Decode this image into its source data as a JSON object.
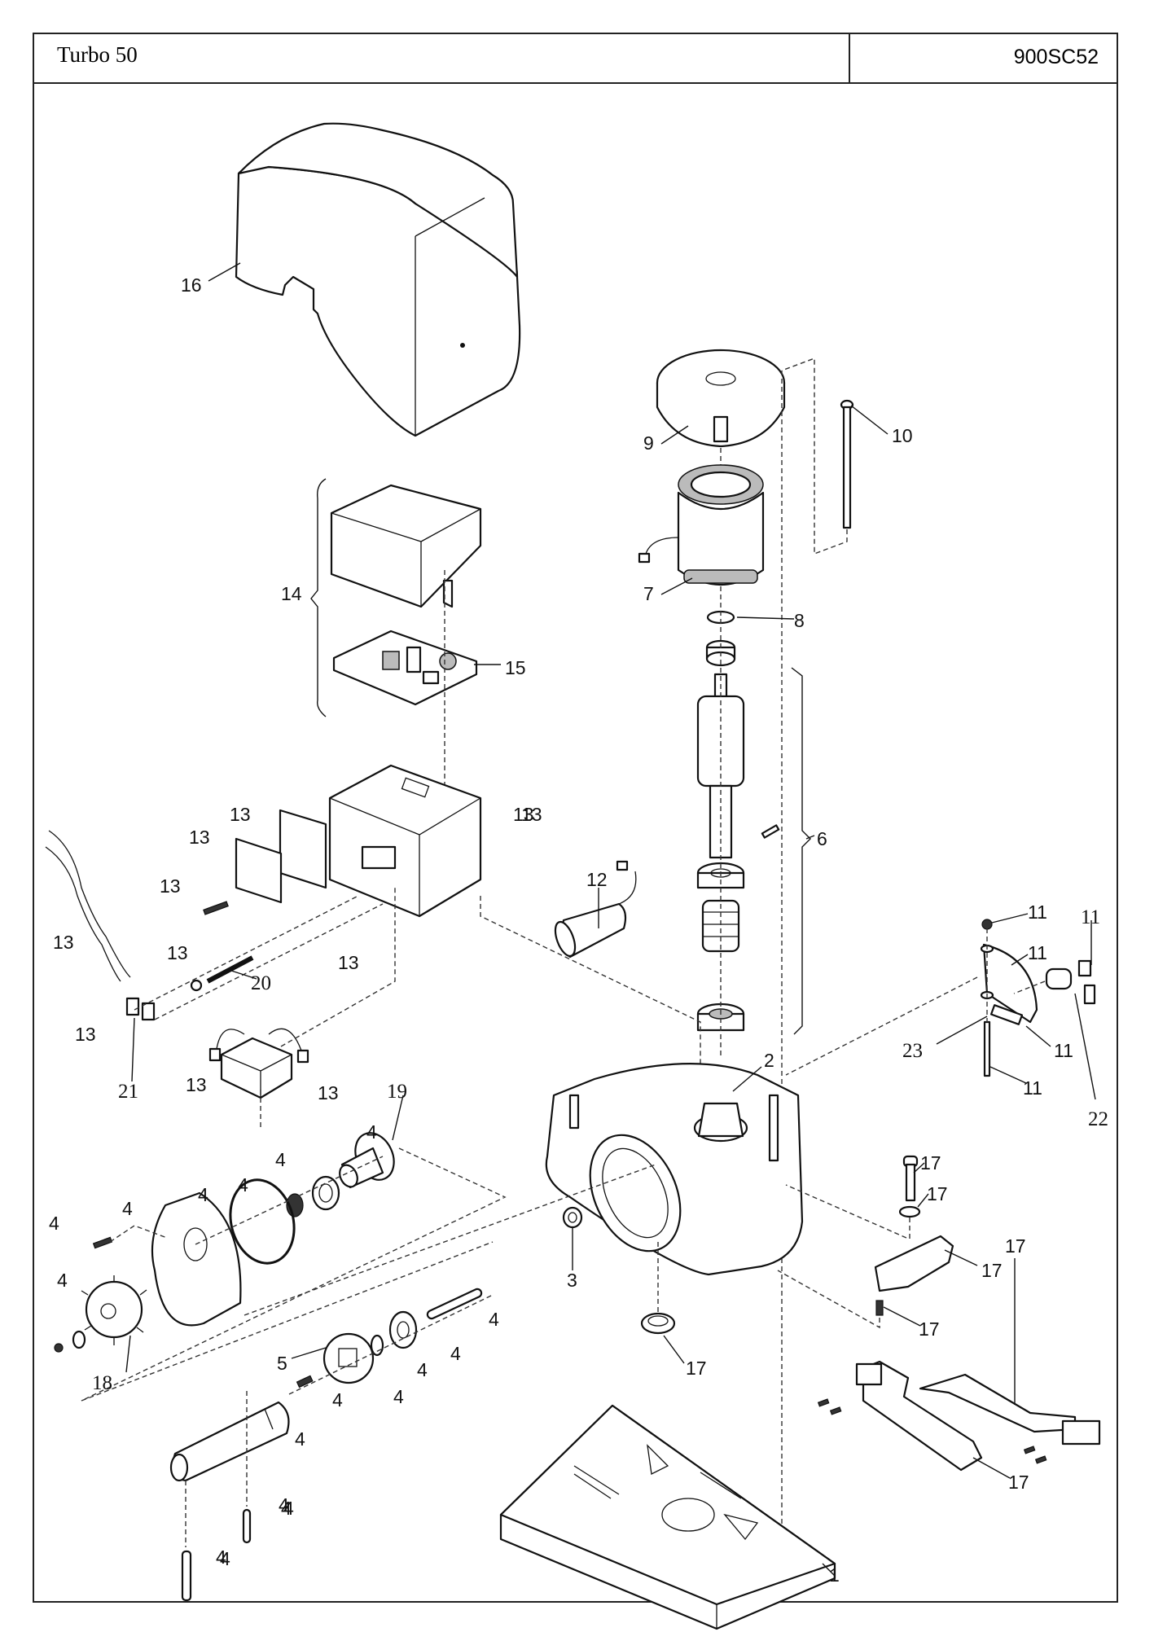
{
  "header": {
    "title": "Turbo 50",
    "code": "900SC52"
  },
  "diagram": {
    "description": "Exploded parts view of gate operator",
    "callouts": {
      "c1": "1",
      "c2": "2",
      "c3": "3",
      "c4a": "4",
      "c4b": "4",
      "c4c": "4",
      "c4d": "4",
      "c4e": "4",
      "c4f": "4",
      "c4g": "4",
      "c4h": "4",
      "c4i": "4",
      "c4j": "4",
      "c4k": "4",
      "c4l": "4",
      "c4m": "4",
      "c4n": "4",
      "c4o": "4",
      "c4p": "4",
      "c4q": "4",
      "c5": "5",
      "c6": "6",
      "c7": "7",
      "c8": "8",
      "c9": "9",
      "c10": "10",
      "c11a": "11",
      "c11b": "11",
      "c11c": "11",
      "c11d": "11",
      "c11e": "11",
      "c12": "12",
      "c13a": "13",
      "c13b": "13",
      "c13c": "13",
      "c13d": "13",
      "c13e": "13",
      "c13f": "13",
      "c13g": "13",
      "c13h": "13",
      "c13i": "13",
      "c13j": "13",
      "c13k": "13",
      "c14": "14",
      "c15": "15",
      "c16": "16",
      "c17a": "17",
      "c17b": "17",
      "c17c": "17",
      "c17d": "17",
      "c17e": "17",
      "c17f": "17",
      "c17g": "17",
      "c18": "18",
      "c19": "19",
      "c20": "20",
      "c21": "21",
      "c22": "22",
      "c23": "23"
    }
  }
}
